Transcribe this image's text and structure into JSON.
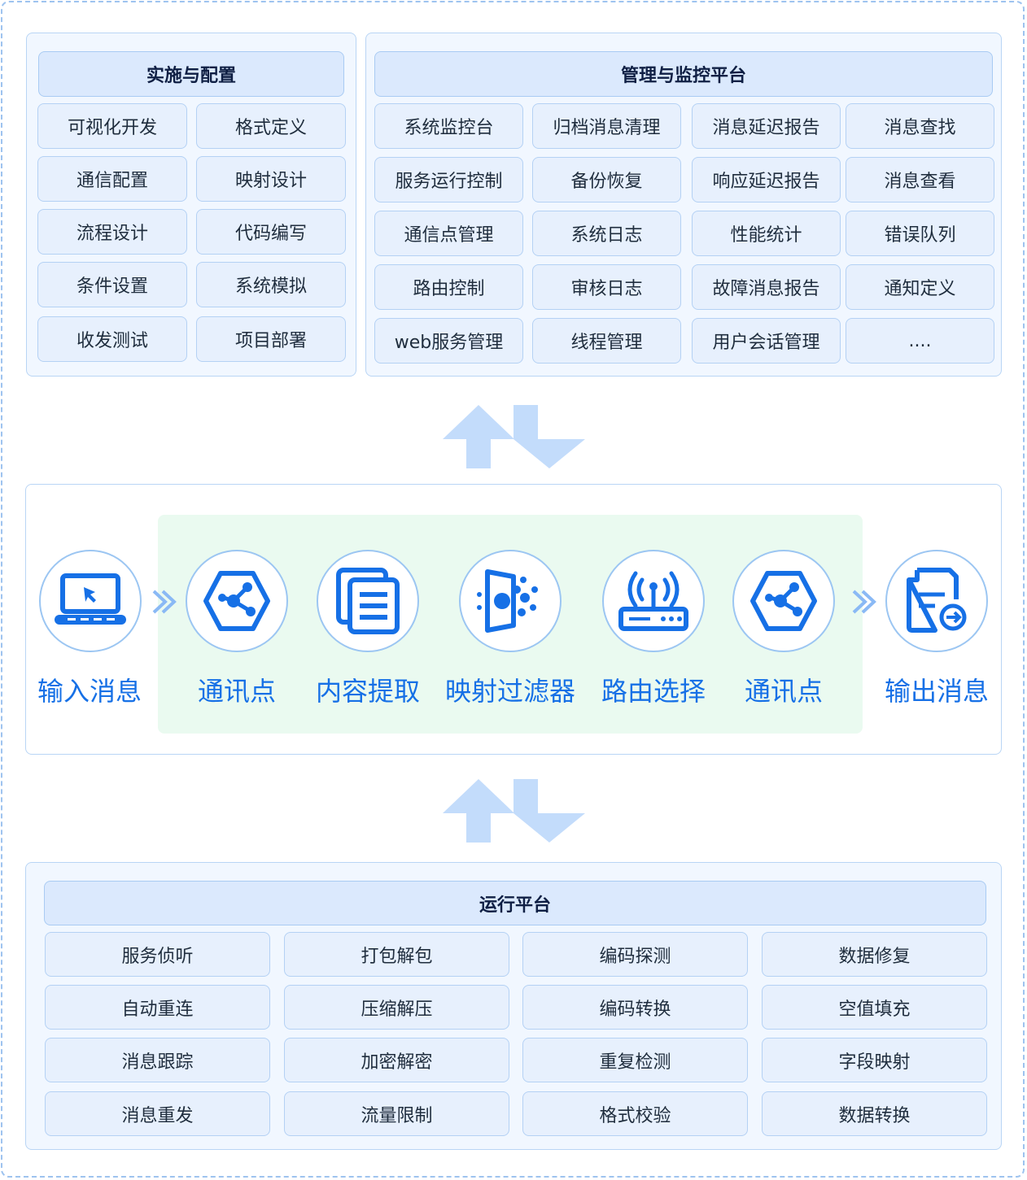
{
  "implementation": {
    "title": "实施与配置",
    "items": [
      "可视化开发",
      "格式定义",
      "通信配置",
      "映射设计",
      "流程设计",
      "代码编写",
      "条件设置",
      "系统模拟",
      "收发测试",
      "项目部署"
    ]
  },
  "management": {
    "title": "管理与监控平台",
    "items": [
      "系统监控台",
      "归档消息清理",
      "消息延迟报告",
      "消息查找",
      "服务运行控制",
      "备份恢复",
      "响应延迟报告",
      "消息查看",
      "通信点管理",
      "系统日志",
      "性能统计",
      "错误队列",
      "路由控制",
      "审核日志",
      "故障消息报告",
      "通知定义",
      "web服务管理",
      "线程管理",
      "用户会话管理",
      "...."
    ]
  },
  "flow": {
    "nodes": [
      {
        "label": "输入消息",
        "icon": "laptop-icon"
      },
      {
        "label": "通讯点",
        "icon": "hexagon-network-icon"
      },
      {
        "label": "内容提取",
        "icon": "documents-icon"
      },
      {
        "label": "映射过滤器",
        "icon": "filter-dots-icon"
      },
      {
        "label": "路由选择",
        "icon": "router-icon"
      },
      {
        "label": "通讯点",
        "icon": "hexagon-network-icon"
      },
      {
        "label": "输出消息",
        "icon": "document-export-icon"
      }
    ]
  },
  "runtime": {
    "title": "运行平台",
    "items": [
      "服务侦听",
      "打包解包",
      "编码探测",
      "数据修复",
      "自动重连",
      "压缩解压",
      "编码转换",
      "空值填充",
      "消息跟踪",
      "加密解密",
      "重复检测",
      "字段映射",
      "消息重发",
      "流量限制",
      "格式校验",
      "数据转换"
    ]
  },
  "colors": {
    "accent": "#1670e6",
    "panel_bg": "#f1f7ff",
    "cell_bg": "#e7f0fd",
    "header_bg": "#dbe9fd",
    "arrow": "#c3dcfb",
    "flow_green": "#eafaf0"
  }
}
